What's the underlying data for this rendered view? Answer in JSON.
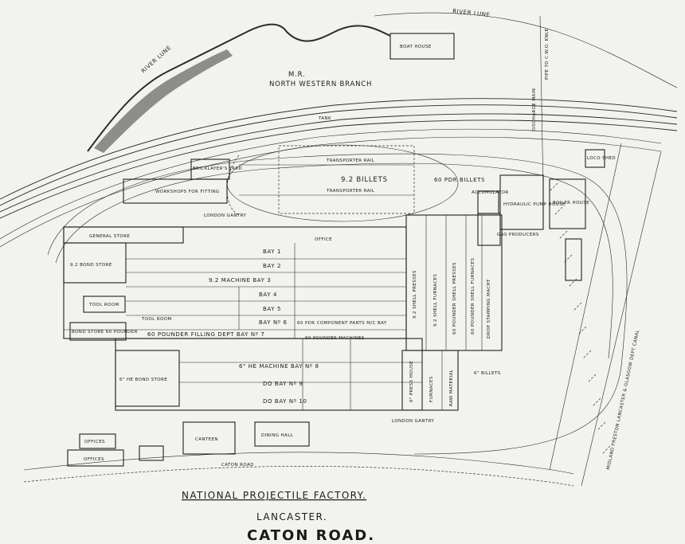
{
  "title": {
    "main": "NATIONAL PROJECTILE FACTORY.",
    "city": "LANCASTER.",
    "road": "CATON ROAD."
  },
  "labels": {
    "river_top": "RIVER LUNE",
    "river_left": "RIVER LUNE",
    "mr_line1": "M.R.",
    "mr_line2": "NORTH WESTERN BRANCH",
    "boat_house": "BOAT HOUSE",
    "pipe": "PIPE TO C.W.O. KNLE",
    "tank": "TANK",
    "loco_shed": "LOCO SHED",
    "bricklayers_yard": "BRICKLAYER'S YARD",
    "workshops": "WORKSHOPS FOR FITTING",
    "london_gantry_left": "LONDON GANTRY",
    "transporter_top": "TRANSPORTER RAIL",
    "billets_92": "9.2 BILLETS",
    "transporter_bottom": "TRANSPORTER RAIL",
    "billets_60": "60 PDR BILLETS",
    "discharge": "DISCHARGE MAIN",
    "accumulator": "ACCUMULATOR",
    "hydraulic": "HYDRAULIC PUMP HOUSE",
    "gas_producers": "GAS PRODUCERS",
    "boiler_house": "BOILER HOUSE",
    "general_store": "GENERAL STORE",
    "bay1": "BAY 1",
    "bay2": "BAY 2",
    "bay3": "9.2 MACHINE  BAY 3",
    "bay4": "BAY 4",
    "bay5": "BAY 5",
    "bay6": "BAY Nº 6",
    "component": "60 PDR COMPONENT PARTS M/C BAY",
    "filling": "60 POUNDER FILLING DEPT  BAY Nº 7",
    "machines": "60 POUNDER MACHINES",
    "bay8": "6\" HE MACHINE  BAY Nº 8",
    "bay9": "DO  BAY Nº 9",
    "bay10": "DO  BAY Nº 10",
    "bond_store_92": "9.2 BOND STORE",
    "tool_room1": "TOOL ROOM",
    "tool_room2": "TOOL ROOM",
    "bond_store_60": "BOND STORE 60 POUNDER",
    "bond_store_6": "6\" HE BOND STORE",
    "shell_presses_92": "9.2 SHELL PRESSES",
    "shell_furnaces_92": "9.2 SHELL FURNACES",
    "shell_presses_60": "60 POUNDER SHELL PRESSES",
    "shell_furnaces_60": "60 POUNDER SHELL FURNACES",
    "drop_stamping": "DROP STAMPING MACHT",
    "press_house": "6\" PRESS HOUSE",
    "furnaces": "FURNACES",
    "raw_material": "RAW MATERIAL",
    "billets_6": "6\" BILLETS",
    "canteen": "CANTEEN",
    "dining_hall": "DINING HALL",
    "offices1": "OFFICES",
    "offices2": "OFFICES",
    "office": "OFFICE",
    "london_gantry_bottom": "LONDON GANTRY",
    "caton_road": "CATON ROAD",
    "midland": "MIDLAND PRESTON LANCASTER & GLASGOW DEPT CANAL"
  },
  "legend_colors": {
    "ink": "#1e1e1e",
    "paper": "#f2f2ee",
    "river": "#2b2b2b"
  }
}
